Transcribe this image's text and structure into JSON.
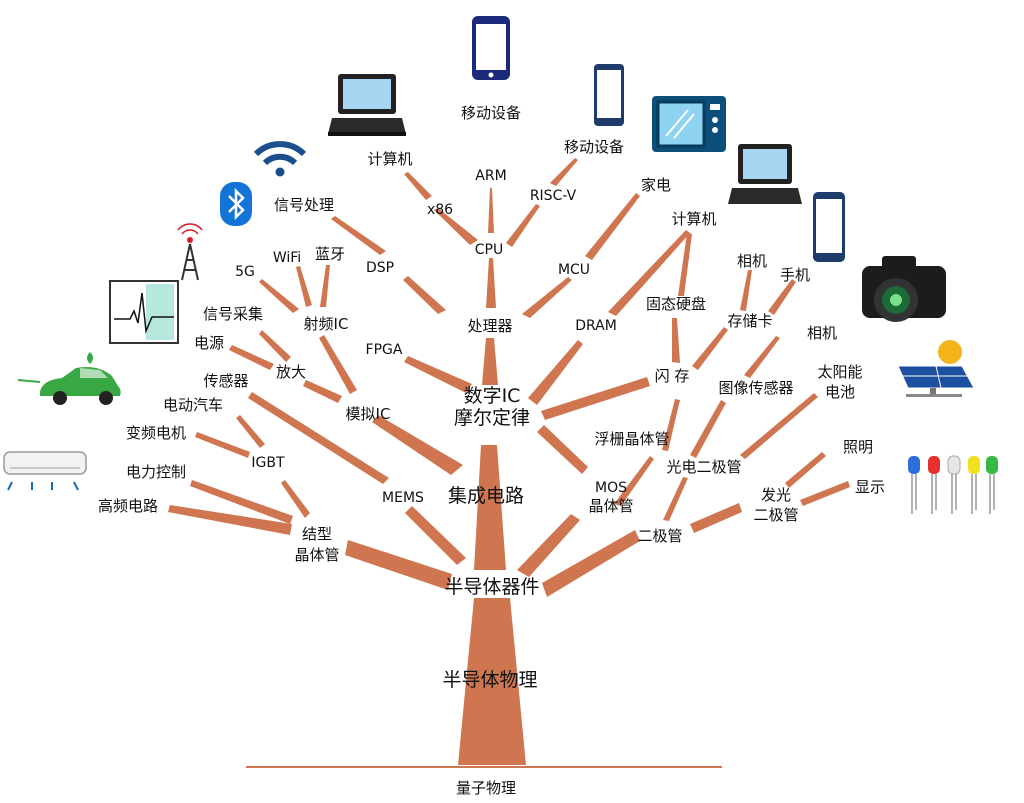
{
  "tree": {
    "root": "量子物理",
    "trunk": "半导体物理",
    "semiconductor_devices": "半导体器件",
    "ic": "集成电路",
    "digital_ic": [
      "数字IC",
      "摩尔定律"
    ],
    "processor": "处理器",
    "cpu": "CPU",
    "x86": "x86",
    "arm": "ARM",
    "riscv": "RISC-V",
    "computer_left": "计算机",
    "mobile_top": "移动设备",
    "mobile_right": "移动设备",
    "mcu": "MCU",
    "appliance": "家电",
    "dsp": "DSP",
    "signal_processing": "信号处理",
    "fpga": "FPGA",
    "dram": "DRAM",
    "computer_right": "计算机",
    "ssd": "固态硬盘",
    "flash": "闪 存",
    "memory_card": "存储卡",
    "camera_top": "相机",
    "phone": "手机",
    "floating_gate": "浮栅晶体管",
    "mos": [
      "MOS",
      "晶体管"
    ],
    "analog_ic": "模拟IC",
    "rf_ic": "射频IC",
    "fiveg": "5G",
    "wifi": "WiFi",
    "bluetooth": "蓝牙",
    "amplifier": "放大",
    "signal_acq": "信号采集",
    "power_supply": "电源",
    "mems": "MEMS",
    "sensor": "传感器",
    "bjt": [
      "结型",
      "晶体管"
    ],
    "igbt": "IGBT",
    "ev": "电动汽车",
    "inverter_motor": "变频电机",
    "power_control": "电力控制",
    "hf_circuit": "高频电路",
    "diode": "二极管",
    "photodiode": "光电二极管",
    "image_sensor": "图像传感器",
    "camera_right": "相机",
    "solar": [
      "太阳能",
      "电池"
    ],
    "led": [
      "发光",
      "二极管"
    ],
    "lighting": "照明",
    "display": "显示"
  },
  "colors": {
    "branch": "#cf7550",
    "ground": "#cf7550",
    "text": "#111111"
  },
  "icons": [
    "laptop-icon",
    "smartphone-icon",
    "microwave-icon",
    "wifi-icon",
    "bluetooth-icon",
    "radio-tower-icon",
    "ecg-monitor-icon",
    "electric-car-icon",
    "air-conditioner-icon",
    "dslr-camera-icon",
    "solar-panel-icon",
    "led-icon"
  ]
}
